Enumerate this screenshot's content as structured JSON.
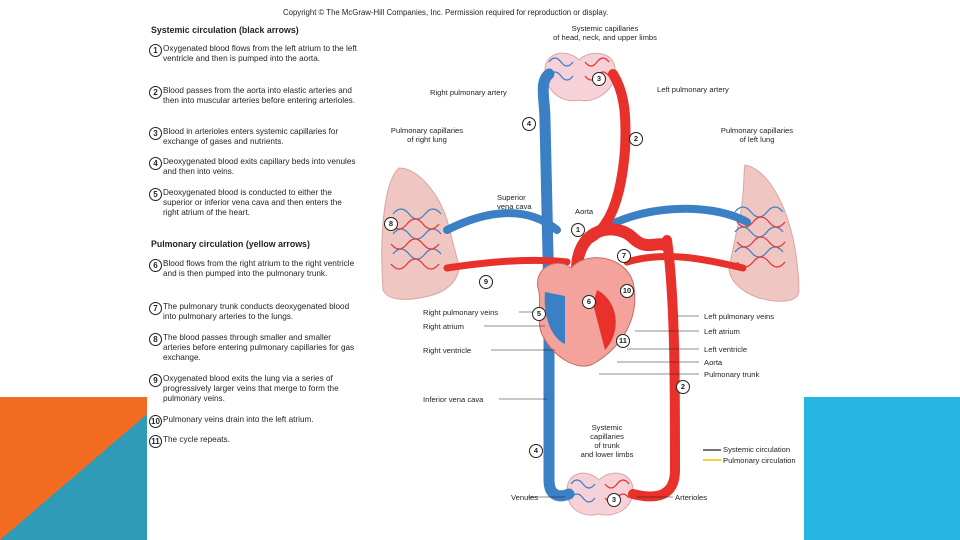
{
  "copyright": "Copyright © The McGraw-Hill Companies, Inc. Permission required for reproduction or display.",
  "systemic": {
    "heading": "Systemic circulation (black arrows)",
    "steps": [
      {
        "num": "1",
        "text": "Oxygenated blood flows from the left atrium to the left ventricle and then is pumped into the aorta."
      },
      {
        "num": "2",
        "text": "Blood passes from the aorta into elastic arteries and then into muscular arteries before entering arterioles."
      },
      {
        "num": "3",
        "text": "Blood in arterioles enters systemic capillaries for exchange of gases and nutrients."
      },
      {
        "num": "4",
        "text": "Deoxygenated blood exits capillary beds into venules and then into veins."
      },
      {
        "num": "5",
        "text": "Deoxygenated blood is conducted to either the superior or inferior vena cava and then enters the right atrium of the heart."
      }
    ]
  },
  "pulmonary": {
    "heading": "Pulmonary circulation (yellow arrows)",
    "steps": [
      {
        "num": "6",
        "text": "Blood flows from the right atrium to the right ventricle and is then pumped into the pulmonary trunk."
      },
      {
        "num": "7",
        "text": "The pulmonary trunk conducts deoxygenated blood into pulmonary arteries to the lungs."
      },
      {
        "num": "8",
        "text": "The blood passes through smaller and smaller arteries before entering pulmonary capillaries for gas exchange."
      },
      {
        "num": "9",
        "text": "Oxygenated blood exits the lung via a series of progressively larger veins that merge to form the pulmonary veins."
      },
      {
        "num": "10",
        "text": "Pulmonary veins drain into the left atrium."
      },
      {
        "num": "11",
        "text": "The cycle repeats."
      }
    ]
  },
  "labels": {
    "cap_head": "Systemic capillaries\nof head, neck, and upper limbs",
    "right_pa": "Right pulmonary artery",
    "left_pa": "Left pulmonary artery",
    "pulm_cap_right": "Pulmonary capillaries\nof right lung",
    "pulm_cap_left": "Pulmonary capillaries\nof left lung",
    "svc": "Superior\nvena cava",
    "aorta_top": "Aorta",
    "right_pv": "Right pulmonary veins",
    "right_atrium": "Right atrium",
    "right_ventricle": "Right ventricle",
    "left_pv": "Left pulmonary veins",
    "left_atrium": "Left atrium",
    "left_ventricle": "Left ventricle",
    "aorta_low": "Aorta",
    "pulm_trunk": "Pulmonary trunk",
    "ivc": "Inferior vena cava",
    "cap_trunk": "Systemic\ncapillaries\nof trunk\nand lower limbs",
    "venules": "Venules",
    "arterioles": "Arterioles",
    "legend_systemic": "Systemic circulation",
    "legend_pulmonary": "Pulmonary circulation"
  },
  "diagram_numbers": {
    "n3_top": "3",
    "n4_upper": "4",
    "n2_upper": "2",
    "n8": "8",
    "n1": "1",
    "n7": "7",
    "n9": "9",
    "n10": "10",
    "n6": "6",
    "n5": "5",
    "n11": "11",
    "n2_lower": "2",
    "n4_lower": "4",
    "n3_bottom": "3"
  },
  "colors": {
    "artery_red": "#e8312a",
    "vein_blue": "#3b7fc4",
    "lung_pink": "#f0c6c3",
    "heart_pink": "#f4a39c",
    "legend_yellow": "#f2c200",
    "slide_orange": "#f26b21",
    "slide_teal": "#2f9bb6",
    "slide_blue": "#27b5e2"
  }
}
